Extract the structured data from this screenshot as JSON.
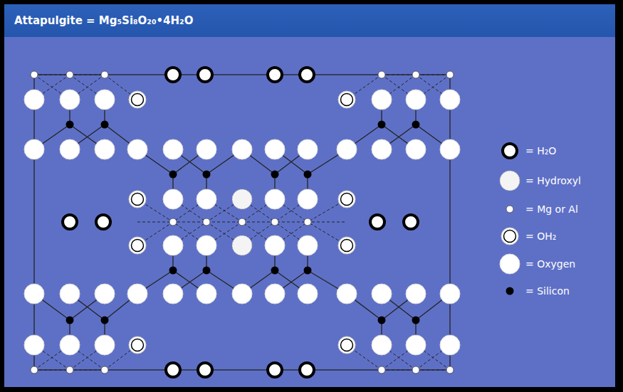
{
  "diagram": {
    "title": "Attapulgite = Mg₅Si₈O₂₀•4H₂O",
    "legend": [
      {
        "text": "= H₂O"
      },
      {
        "text": "= Hydroxyl"
      },
      {
        "text": "= Mg or Al"
      },
      {
        "text": "= OH₂"
      },
      {
        "text": "= Oxygen"
      },
      {
        "text": "= Silicon"
      }
    ]
  }
}
